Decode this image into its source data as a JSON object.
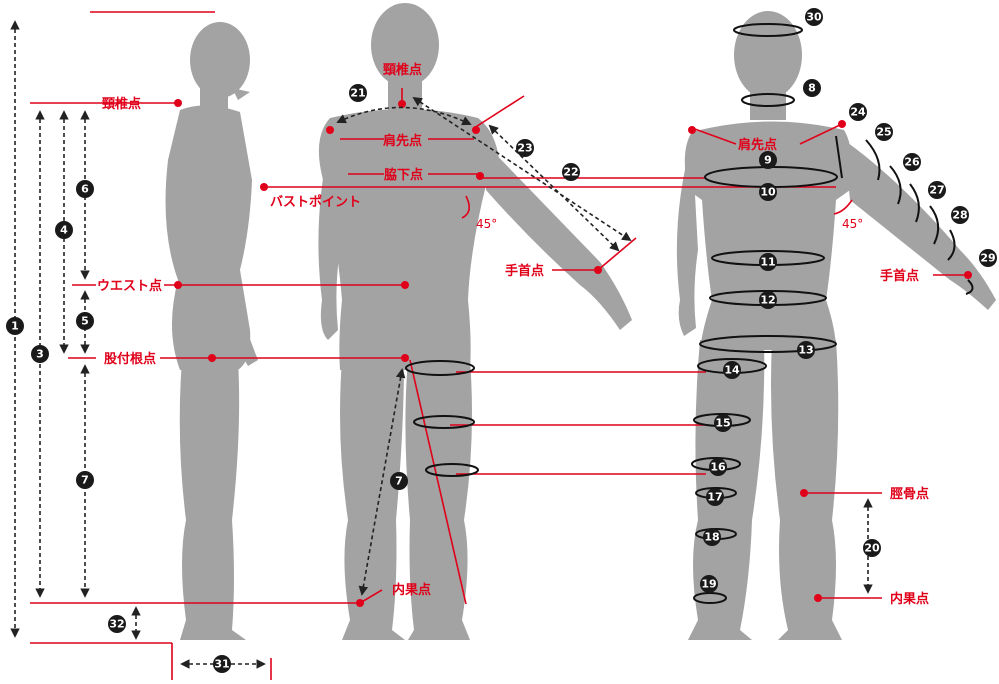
{
  "labels": {
    "side_neck": "頸椎点",
    "bust_point": "バストポイント",
    "waist_point": "ウエスト点",
    "crotch_point": "股付根点",
    "back_neck": "頸椎点",
    "back_shoulder": "肩先点",
    "armpit": "脇下点",
    "back_wrist": "手首点",
    "back_ankle": "内果点",
    "front_shoulder": "肩先点",
    "front_wrist": "手首点",
    "tibia": "脛骨点",
    "front_ankle": "内果点",
    "angle_back": "45°",
    "angle_front": "45°"
  },
  "measurements": [
    "1",
    "3",
    "4",
    "5",
    "6",
    "7",
    "7",
    "8",
    "9",
    "10",
    "11",
    "12",
    "13",
    "14",
    "15",
    "16",
    "17",
    "18",
    "19",
    "20",
    "21",
    "22",
    "23",
    "24",
    "25",
    "26",
    "27",
    "28",
    "29",
    "30",
    "31",
    "32"
  ],
  "colors": {
    "red": "#e0001a",
    "figure": "#a3a3a3",
    "badge": "#1a1a1a",
    "guide": "#222222"
  }
}
